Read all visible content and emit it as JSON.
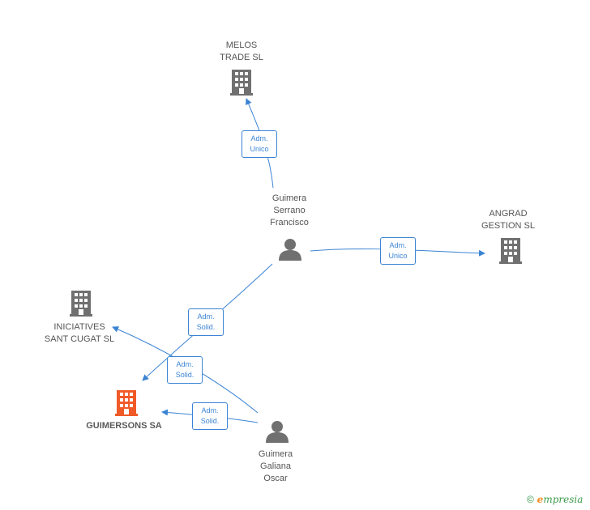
{
  "colors": {
    "edge": "#3b84d4",
    "company": "#707070",
    "main_company": "#f05a28",
    "person": "#707070"
  },
  "nodes": {
    "melos": {
      "label": "MELOS\nTRADE SL",
      "icon": "building-icon"
    },
    "angrad": {
      "label": "ANGRAD\nGESTION SL",
      "icon": "building-icon"
    },
    "iniciatives": {
      "label": "INICIATIVES\nSANT CUGAT SL",
      "icon": "building-icon"
    },
    "guimersons": {
      "label": "GUIMERSONS SA",
      "icon": "building-icon"
    },
    "francisco": {
      "label": "Guimera\nSerrano\nFrancisco",
      "icon": "person-icon"
    },
    "oscar": {
      "label": "Guimera\nGaliana\nOscar",
      "icon": "person-icon"
    }
  },
  "relations": {
    "r1": "Adm.\nUnico",
    "r2": "Adm.\nUnico",
    "r3": "Adm.\nSolid.",
    "r4": "Adm.\nSolid.",
    "r5": "Adm.\nSolid."
  },
  "brand": {
    "copyright": "©",
    "name_e": "e",
    "name_rest": "mpresia"
  }
}
